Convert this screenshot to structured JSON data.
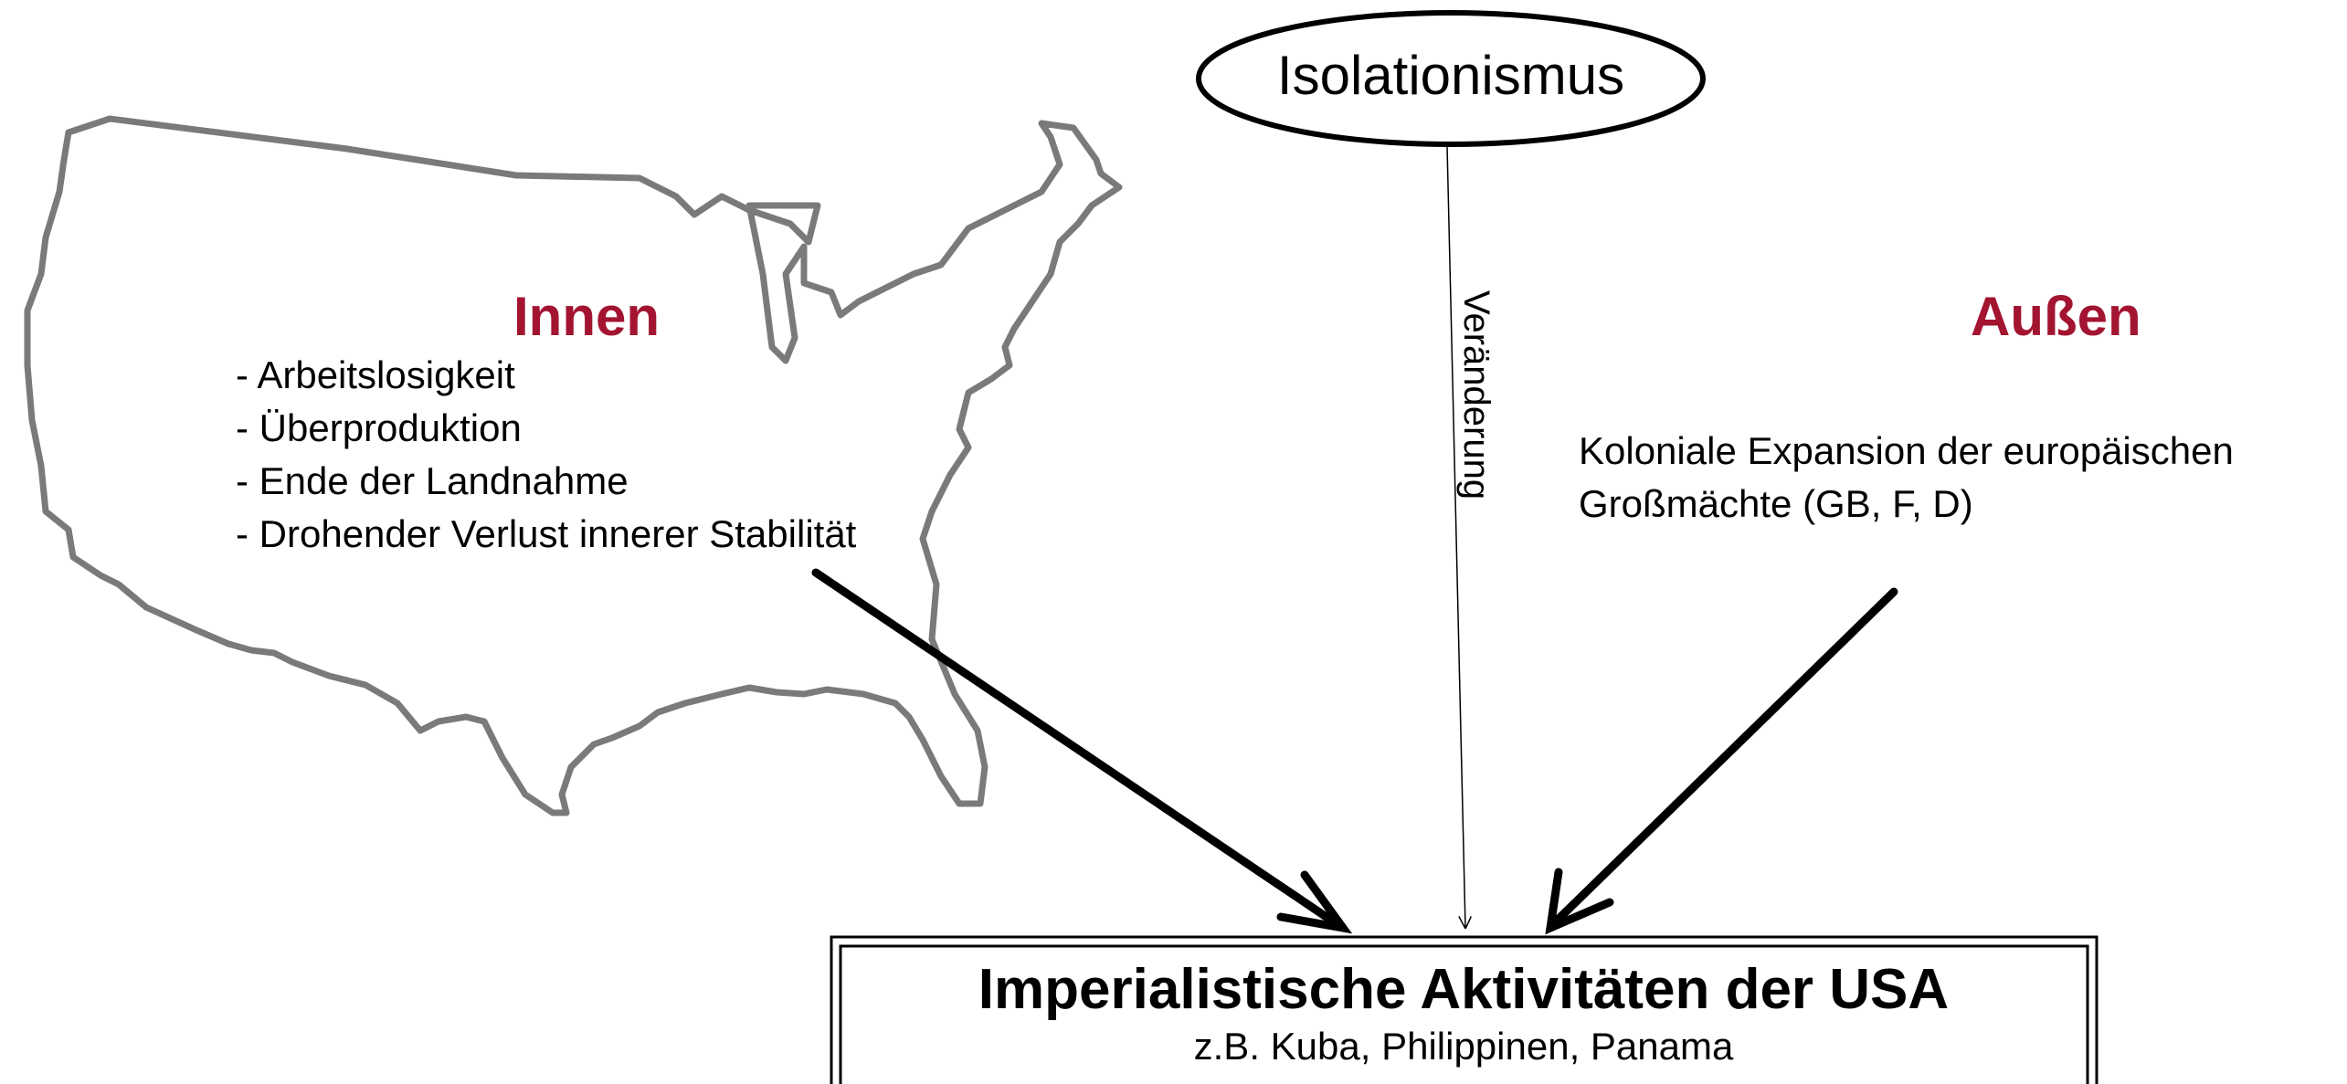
{
  "top": {
    "label": "Isolationismus",
    "arrow_label": "Veränderung"
  },
  "inner": {
    "heading": "Innen",
    "items": [
      "- Arbeitslosigkeit",
      "- Überproduktion",
      "- Ende der Landnahme",
      "- Drohender Verlust innerer Stabilität"
    ]
  },
  "outer": {
    "heading": "Außen",
    "lines": [
      "Koloniale Expansion der europäischen",
      "Großmächte (GB, F, D)"
    ]
  },
  "result": {
    "title": "Imperialistische Aktivitäten der USA",
    "subtitle": "z.B. Kuba, Philippinen, Panama"
  },
  "colors": {
    "heading": "#a31431",
    "map_outline": "#7a7a7a",
    "line": "#000000"
  },
  "icons": {
    "map": "usa-map-outline-icon"
  }
}
